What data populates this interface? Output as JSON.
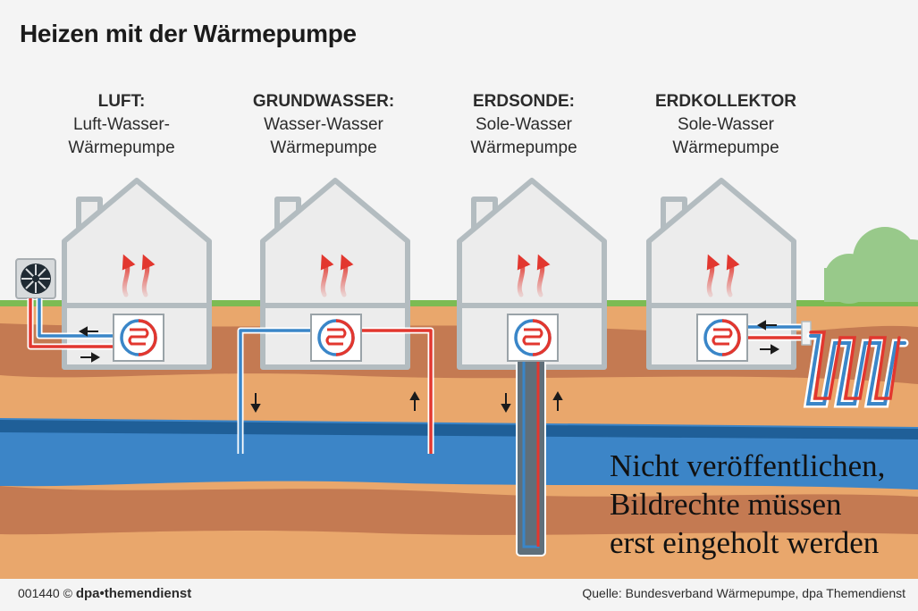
{
  "title": "Heizen mit der Wärmepumpe",
  "variants": [
    {
      "head": "LUFT:",
      "line1": "Luft-Wasser-",
      "line2": "Wärmepumpe"
    },
    {
      "head": "GRUNDWASSER:",
      "line1": "Wasser-Wasser",
      "line2": "Wärmepumpe"
    },
    {
      "head": "ERDSONDE:",
      "line1": "Sole-Wasser",
      "line2": "Wärmepumpe"
    },
    {
      "head": "ERDKOLLEKTOR",
      "line1": "Sole-Wasser",
      "line2": "Wärmepumpe"
    }
  ],
  "footer": {
    "code": "001440 ©",
    "brand": "dpa•themendienst",
    "source": "Quelle: Bundesverband Wärmepumpe, dpa Themendienst"
  },
  "watermark": {
    "line1": "Nicht veröffentlichen,",
    "line2": "Bildrechte müssen",
    "line3": "erst eingeholt werden"
  },
  "colors": {
    "background": "#f4f4f4",
    "house_fill": "#ececec",
    "house_outline": "#b3bcc0",
    "grass": "#7cbb53",
    "soil_light": "#e9a76c",
    "soil_dark": "#c47a52",
    "groundwater": "#3c85c7",
    "groundwater_dark": "#1f5f98",
    "pipe_cold": "#3a86c8",
    "pipe_hot": "#e2372f"
  },
  "icons": [
    "fan-icon",
    "heat-arrow-icon",
    "heat-exchanger-icon",
    "flow-arrow-icon",
    "shrub-icon"
  ]
}
